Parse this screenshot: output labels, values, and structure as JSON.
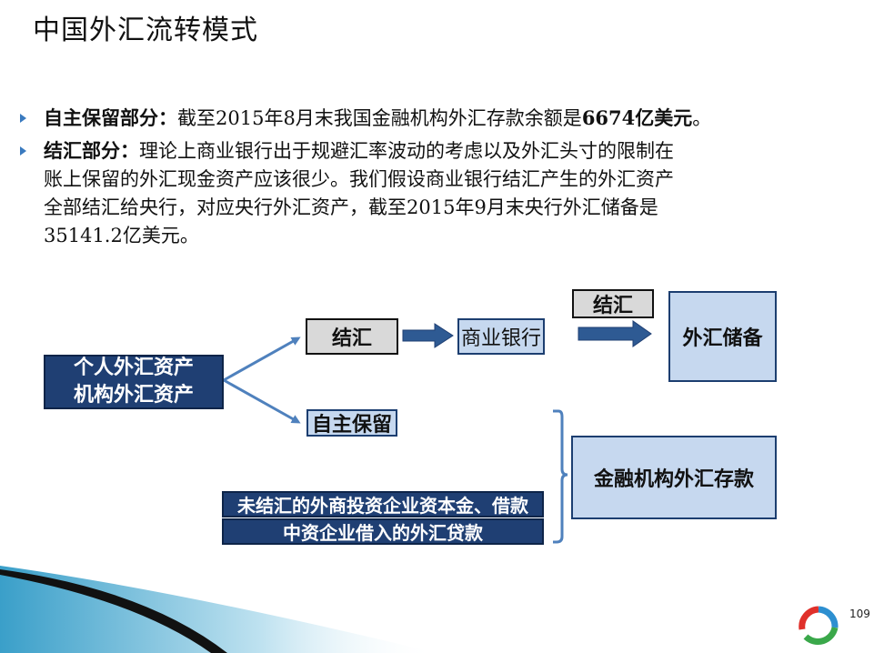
{
  "title": "中国外汇流转模式",
  "bullets": [
    {
      "head": "自主保留部分：",
      "body_before": "截至2015年8月末我国金融机构外汇存款余额是",
      "body_bold": "6674亿美元",
      "body_after": "。"
    },
    {
      "head": "结汇部分：",
      "line1": "理论上商业银行出于规避汇率波动的考虑以及外汇头寸的限制在",
      "line2": "账上保留的外汇现金资产应该很少。我们假设商业银行结汇产生的外汇资产",
      "line3": "全部结汇给央行，对应央行外汇资产，截至2015年9月末央行外汇储备是",
      "line4": "35141.2亿美元。"
    }
  ],
  "diagram": {
    "source_line1": "个人外汇资产",
    "source_line2": "机构外汇资产",
    "jiehui_1": "结汇",
    "commercial_bank": "商业银行",
    "jiehui_2": "结汇",
    "fx_reserve": "外汇储备",
    "self_retain": "自主保留",
    "fin_deposit": "金融机构外汇存款",
    "bottom_row1": "未结汇的外商投资企业资本金、借款",
    "bottom_row2": "中资企业借入的外汇贷款"
  },
  "page_number": "109",
  "colors": {
    "navy": "#1f3f73",
    "light_blue": "#c6d8ef",
    "gray": "#d9d9d9",
    "arrow_blue": "#4f81bd",
    "accent_teal": "#3a9fc9"
  }
}
